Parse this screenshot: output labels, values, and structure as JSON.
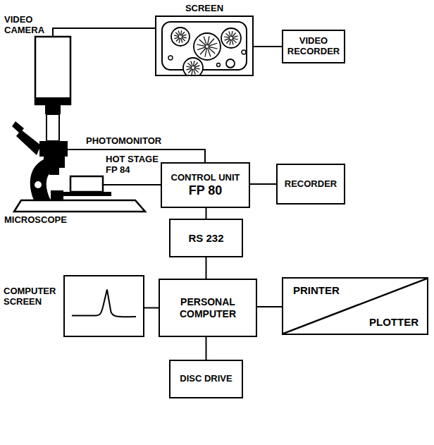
{
  "diagram": {
    "nodes": [
      {
        "text": [
          "SCREEN"
        ]
      },
      {
        "text": [
          "VIDEO RECORDER"
        ]
      },
      {
        "text": [
          "CONTROL UNIT",
          "FP 80"
        ]
      },
      {
        "text": [
          "RECORDER"
        ]
      },
      {
        "text": [
          "RS 232"
        ]
      },
      {
        "text": [
          "COMPUTER SCREEN"
        ]
      },
      {
        "text": [
          "PERSONAL COMPUTER"
        ]
      },
      {
        "text": [
          "PRINTER",
          "PLOTTER"
        ]
      },
      {
        "text": [
          "DISC DRIVE"
        ]
      }
    ],
    "edges": [
      {
        "from": 0,
        "to": 1,
        "arrow": "none"
      },
      {
        "from": 2,
        "to": 3,
        "arrow": "none"
      },
      {
        "from": 2,
        "to": 4,
        "arrow": "none"
      },
      {
        "from": 4,
        "to": 6,
        "arrow": "none"
      },
      {
        "from": 5,
        "to": 6,
        "arrow": "none"
      },
      {
        "from": 6,
        "to": 7,
        "arrow": "none"
      },
      {
        "from": 6,
        "to": 8,
        "arrow": "none"
      }
    ],
    "labels": [
      "VIDEO CAMERA",
      "PHOTOMONITOR",
      "HOT STAGE FP 84",
      "MICROSCOPE"
    ]
  }
}
